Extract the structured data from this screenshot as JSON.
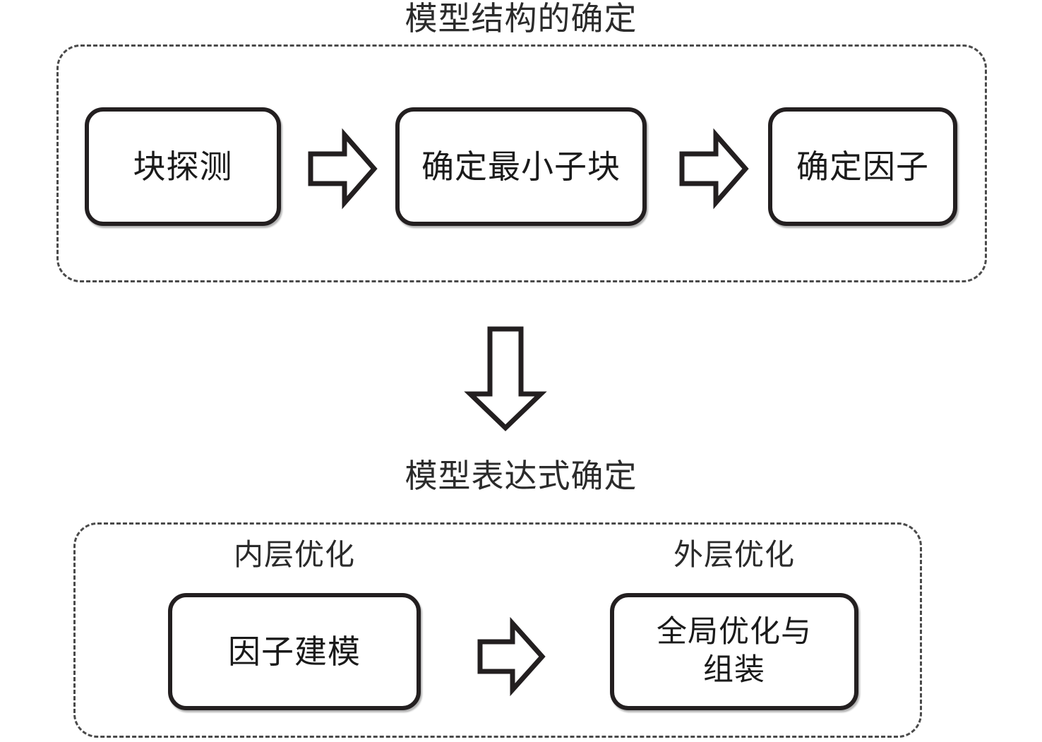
{
  "diagram": {
    "type": "flowchart",
    "background_color": "#ffffff",
    "line_color": "#231f20",
    "dashed_color": "#4a4a4a",
    "sections": [
      {
        "id": "model-structure",
        "title": "模型结构的确定",
        "container": "dashed-rounded-rectangle",
        "nodes": [
          {
            "id": "block-detect",
            "label": "块探测"
          },
          {
            "id": "min-subblock",
            "label": "确定最小子块"
          },
          {
            "id": "det-factor",
            "label": "确定因子"
          }
        ],
        "connectors": [
          {
            "id": "arrow-1",
            "from": "block-detect",
            "to": "min-subblock",
            "direction": "right",
            "style": "hollow-block-arrow"
          },
          {
            "id": "arrow-2",
            "from": "min-subblock",
            "to": "det-factor",
            "direction": "right",
            "style": "hollow-block-arrow"
          }
        ]
      },
      {
        "id": "model-expression",
        "title": "模型表达式确定",
        "container": "dashed-rounded-rectangle",
        "sub_labels": [
          {
            "id": "inner",
            "label": "内层优化"
          },
          {
            "id": "outer",
            "label": "外层优化"
          }
        ],
        "nodes": [
          {
            "id": "factor-model",
            "label": "因子建模",
            "line1": "因子建模",
            "line2": ""
          },
          {
            "id": "global-opt",
            "label": "全局优化与组装",
            "line1": "全局优化与",
            "line2": "组装"
          }
        ],
        "connectors": [
          {
            "id": "arrow-3",
            "from": "factor-model",
            "to": "global-opt",
            "direction": "right",
            "style": "hollow-block-arrow"
          }
        ]
      }
    ],
    "inter_section_connector": {
      "id": "arrow-down",
      "from": "model-structure",
      "to": "model-expression",
      "direction": "down",
      "style": "hollow-block-arrow"
    }
  }
}
